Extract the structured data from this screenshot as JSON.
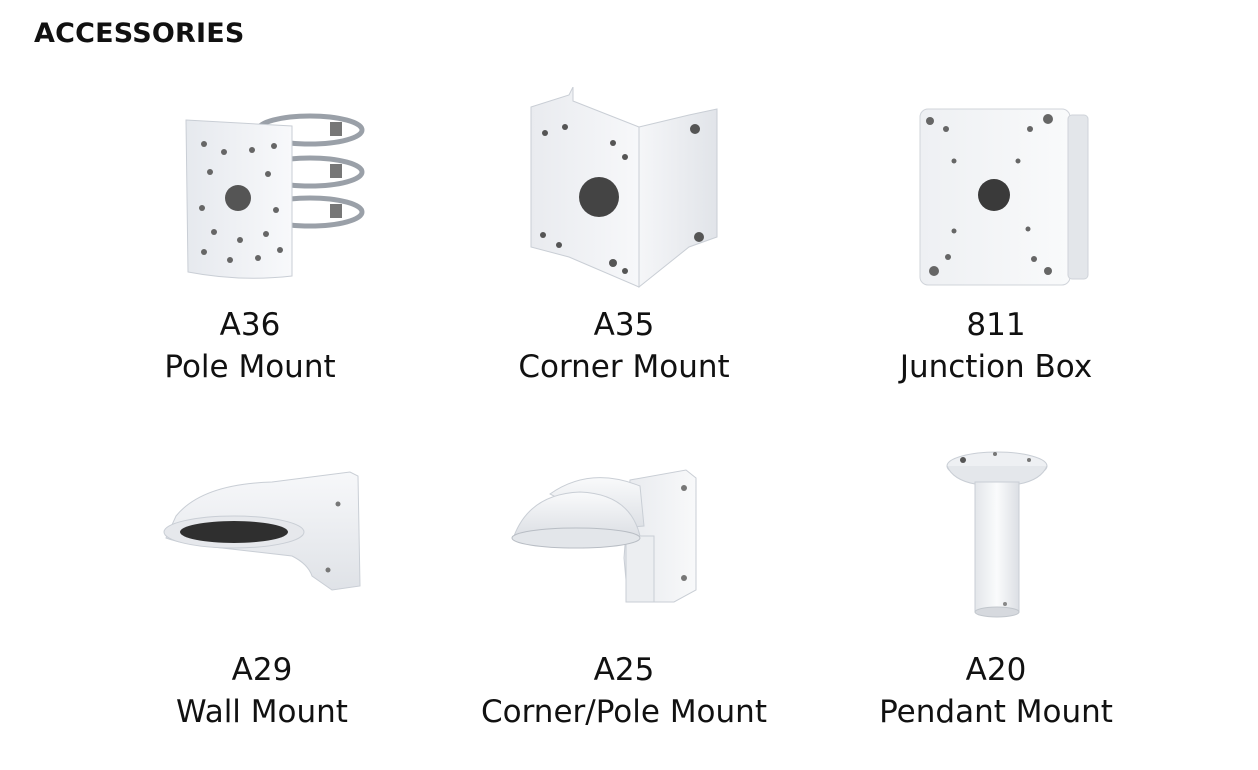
{
  "heading": "ACCESSORIES",
  "accessories": [
    {
      "code": "A36",
      "name": "Pole Mount",
      "icon": "pole-mount-image"
    },
    {
      "code": "A35",
      "name": "Corner Mount",
      "icon": "corner-mount-image"
    },
    {
      "code": "811",
      "name": "Junction Box",
      "icon": "junction-box-image"
    },
    {
      "code": "A29",
      "name": "Wall Mount",
      "icon": "wall-mount-image"
    },
    {
      "code": "A25",
      "name": "Corner/Pole Mount",
      "icon": "corner-pole-mount-image"
    },
    {
      "code": "A20",
      "name": "Pendant Mount",
      "icon": "pendant-mount-image"
    }
  ]
}
